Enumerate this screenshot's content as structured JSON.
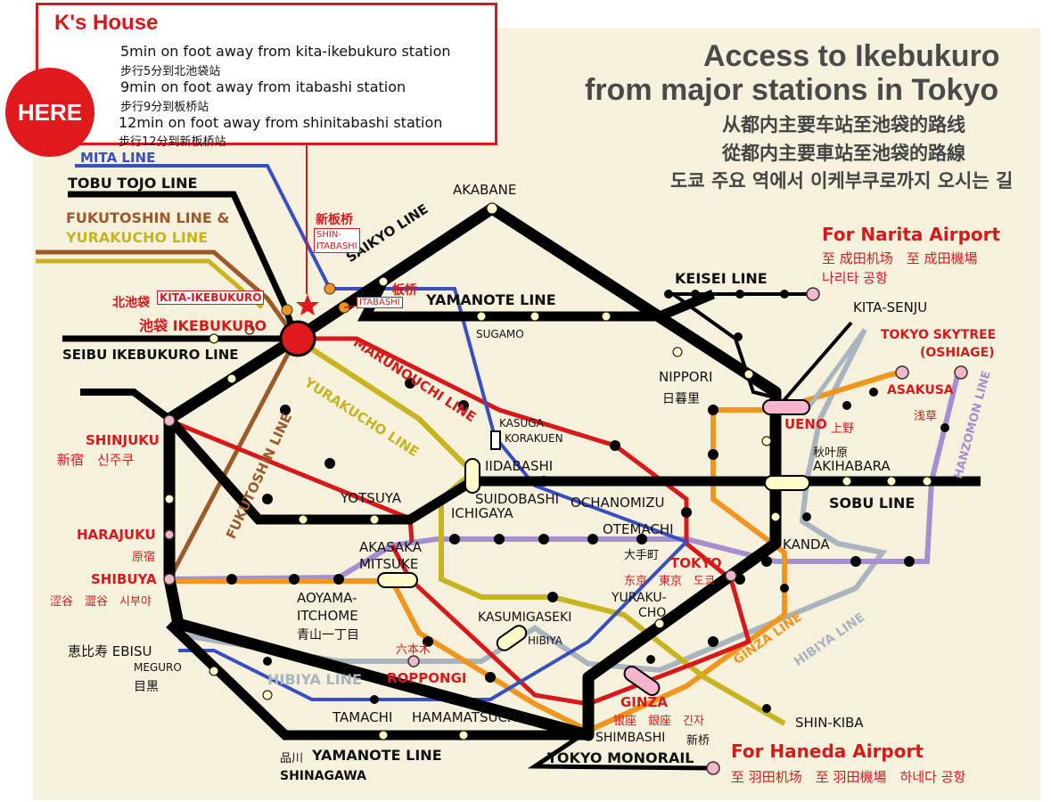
{
  "header": {
    "title_en_1": "Access to Ikebukuro",
    "title_en_2": "from major stations in Tokyo",
    "title_zh_s": "从都内主要车站至池袋的路线",
    "title_zh_t": "從都内主要車站至池袋的路線",
    "title_ko": "도쿄 주요 역에서 이케부쿠로까지 오시는 길"
  },
  "ks_house": {
    "name": "K's House",
    "here": "HERE",
    "lines": [
      "5min on foot away from kita-ikebukuro station",
      "步行5分到北池袋站",
      "9min on foot away from itabashi station",
      "步行9分到板桥站",
      "12min on foot away from shinitabashi station",
      "步行12分到新板桥站"
    ]
  },
  "airports": {
    "narita": "For Narita Airport",
    "narita_sub1": "至 成田机场　至 成田機場",
    "narita_sub2": "나리타 공항",
    "haneda": "For Haneda Airport",
    "haneda_sub": "至 羽田机场　至 羽田機場　하네다 공항"
  },
  "line_labels": {
    "mita": "MITA LINE",
    "tobu_tojo": "TOBU TOJO LINE",
    "fukutoshin_amp": "FUKUTOSHIN LINE &",
    "yurakucho": "YURAKUCHO LINE",
    "saikyo": "SAIKYO LINE",
    "yamanote": "YAMANOTE LINE",
    "seibu": "SEIBU IKEBUKURO LINE",
    "marunouchi": "MARUNOUCHI LINE",
    "yurakucho_diag": "YURAKUCHO LINE",
    "fukutoshin_diag": "FUKUTOSHIN LINE",
    "keisei": "KEISEI LINE",
    "hanzomon": "HANZOMON LINE",
    "sobu": "SOBU LINE",
    "ginza": "GINZA LINE",
    "hibiya_right": "HIBIYA LINE",
    "hibiya_left": "HIBIYA LINE",
    "yamanote_bottom": "YAMANOTE LINE",
    "monorail": "TOKYO MONORAIL"
  },
  "stations": {
    "akabane": "AKABANE",
    "shin_itabashi_jp": "新板桥",
    "shin_itabashi_en1": "SHIN-",
    "shin_itabashi_en2": "ITABASHI",
    "itabashi_jp": "板桥",
    "itabashi_en": "ITABASHI",
    "kita_ikebukuro_jp": "北池袋",
    "kita_ikebukuro_en": "KITA-IKEBUKURO",
    "ikebukuro": "池袋 IKEBUKURO",
    "sugamo": "SUGAMO",
    "kasuga": "KASUGA",
    "korakuen": "KORAKUEN",
    "iidabashi": "IIDABASHI",
    "suidobashi": "SUIDOBASHI",
    "ochanomizu": "OCHANOMIZU",
    "ichigaya": "ICHIGAYA",
    "yotsuya": "YOTSUYA",
    "shinjuku": "SHINJUKU",
    "shinjuku_sub": "新宿　신주쿠",
    "harajuku": "HARAJUKU",
    "harajuku_sub": "原宿",
    "shibuya": "SHIBUYA",
    "shibuya_sub": "涩谷　澀谷　시부야",
    "ebisu": "恵比寿 EBISU",
    "meguro": "MEGURO",
    "meguro_jp": "目黒",
    "akasaka1": "AKASAKA",
    "akasaka2": "MITSUKE",
    "aoyama1": "AOYAMA-",
    "aoyama2": "ITCHOME",
    "aoyama_jp": "青山一丁目",
    "roppongi_jp": "六本木",
    "roppongi": "ROPPONGI",
    "kasumigaseki": "KASUMIGASEKI",
    "hibiya": "HIBIYA",
    "otemachi": "OTEMACHI",
    "otemachi_jp": "大手町",
    "tokyo": "TOKYO",
    "tokyo_sub": "东京　東京　도쿄",
    "yurakucho1": "YURAKU-",
    "yurakucho2": "CHO",
    "ginza": "GINZA",
    "ginza_sub": "银座　銀座　긴자",
    "tamachi": "TAMACHI",
    "hamamatsucho": "HAMAMATSUCHO",
    "shimbashi": "SHIMBASHI",
    "shimbashi_jp": "新桥",
    "shinagawa_jp": "品川",
    "shinagawa": "SHINAGAWA",
    "nippori": "NIPPORI",
    "nippori_jp": "日暮里",
    "ueno": "UENO",
    "ueno_jp": "上野",
    "akihabara_jp": "秋叶原",
    "akihabara": "AKIHABARA",
    "kanda": "KANDA",
    "kita_senju": "KITA-SENJU",
    "skytree1": "TOKYO SKYTREE",
    "skytree2": "(OSHIAGE)",
    "asakusa": "ASAKUSA",
    "asakusa_jp": "浅草",
    "shin_kiba": "SHIN-KIBA"
  },
  "colors": {
    "background": "#f6f1dd",
    "jr": "#000000",
    "mita": "#3a4fbf",
    "marunouchi": "#d7191c",
    "yurakucho": "#c7b41f",
    "fukutoshin": "#9c5a2a",
    "hanzomon": "#a58fd0",
    "ginza": "#f0961e",
    "hibiya": "#a8b4be",
    "accent": "#d7191c",
    "dot_yellow": "#fffbc8"
  }
}
